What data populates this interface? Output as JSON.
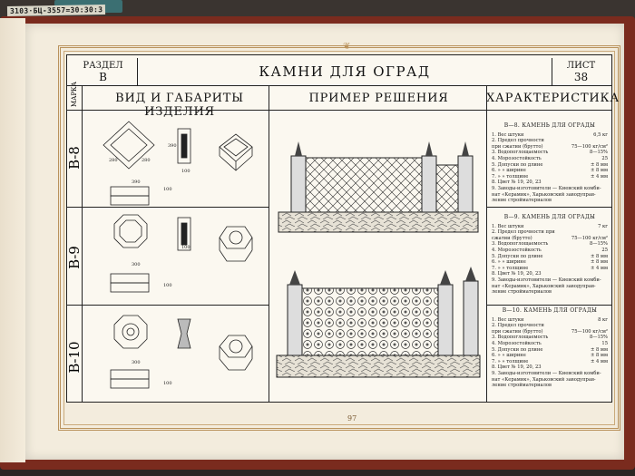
{
  "top_stamp": "3103·БЦ-3557=30:30:3",
  "header": {
    "section_label": "РАЗДЕЛ",
    "section_value": "В",
    "title": "КАМНИ ДЛЯ ОГРАД",
    "sheet_label": "ЛИСТ",
    "sheet_value": "38"
  },
  "columns": {
    "marka": "МАРКА",
    "view": "ВИД И ГАБАРИТЫ ИЗДЕЛИЯ",
    "example": "ПРИМЕР РЕШЕНИЯ",
    "specs": "ХАРАКТЕРИСТИКА"
  },
  "rows": [
    {
      "mark": "В-8",
      "dims": [
        "280",
        "280",
        "390",
        "100",
        "390",
        "100"
      ]
    },
    {
      "mark": "В-9",
      "dims": [
        "300",
        "100",
        "100"
      ]
    },
    {
      "mark": "В-10",
      "dims": [
        "300",
        "100"
      ]
    }
  ],
  "specs": [
    {
      "title": "В—8. КАМЕНЬ ДЛЯ ОГРАДЫ",
      "lines": [
        [
          "1. Вес штуки",
          "6,5 кг"
        ],
        [
          "2. Предел прочности",
          ""
        ],
        [
          "   при сжатии (брутто)",
          "75—100 кг/см²"
        ],
        [
          "3. Водопоглощаемость",
          "8—15%"
        ],
        [
          "4. Морозостойкость",
          "25"
        ],
        [
          "5. Допуски по длине",
          "± 8 мм"
        ],
        [
          "6.   »   »  ширине",
          "± 8 мм"
        ],
        [
          "7.   »   »  толщине",
          "± 4 мм"
        ],
        [
          "8. Цвет № 19, 20, 23",
          ""
        ],
        [
          "9. Заводы-изготовители — Киевский комби-",
          ""
        ],
        [
          "   нат «Керамик», Харьковский заводуправ-",
          ""
        ],
        [
          "   ление стройматериалов",
          ""
        ]
      ]
    },
    {
      "title": "В—9. КАМЕНЬ ДЛЯ ОГРАДЫ",
      "lines": [
        [
          "1. Вес штуки",
          "7 кг"
        ],
        [
          "2. Предел прочности при",
          ""
        ],
        [
          "   сжатии (брутто)",
          "75—100 кг/см²"
        ],
        [
          "3. Водопоглощаемость",
          "8—15%"
        ],
        [
          "4. Морозостойкость",
          "25"
        ],
        [
          "5. Допуски по длине",
          "± 8 мм"
        ],
        [
          "6.   »   »  ширине",
          "± 8 мм"
        ],
        [
          "7.   »   »  толщине",
          "± 4 мм"
        ],
        [
          "8. Цвет № 19, 20, 23",
          ""
        ],
        [
          "9. Заводы-изготовители — Киевский комби-",
          ""
        ],
        [
          "   нат «Керамик», Харьковский заводуправ-",
          ""
        ],
        [
          "   ление стройматериалов",
          ""
        ]
      ]
    },
    {
      "title": "В—10. КАМЕНЬ ДЛЯ ОГРАДЫ",
      "lines": [
        [
          "1. Вес штуки",
          "8 кг"
        ],
        [
          "2. Предел прочности",
          ""
        ],
        [
          "   при сжатии (брутто)",
          "75—100 кг/см²"
        ],
        [
          "3. Водопоглощаемость",
          "8—15%"
        ],
        [
          "4. Морозостойкость",
          "15"
        ],
        [
          "5. Допуски по длине",
          "± 8 мм"
        ],
        [
          "6.   »   »  ширине",
          "± 8 мм"
        ],
        [
          "7.   »   »  толщине",
          "± 4 мм"
        ],
        [
          "8. Цвет № 19, 20, 23",
          ""
        ],
        [
          "9. Заводы-изготовители — Киевский комби-",
          ""
        ],
        [
          "   нат «Керамик», Харьковский заводуправ-",
          ""
        ],
        [
          "   ление стройматериалов",
          ""
        ]
      ]
    }
  ],
  "page_number": "97"
}
